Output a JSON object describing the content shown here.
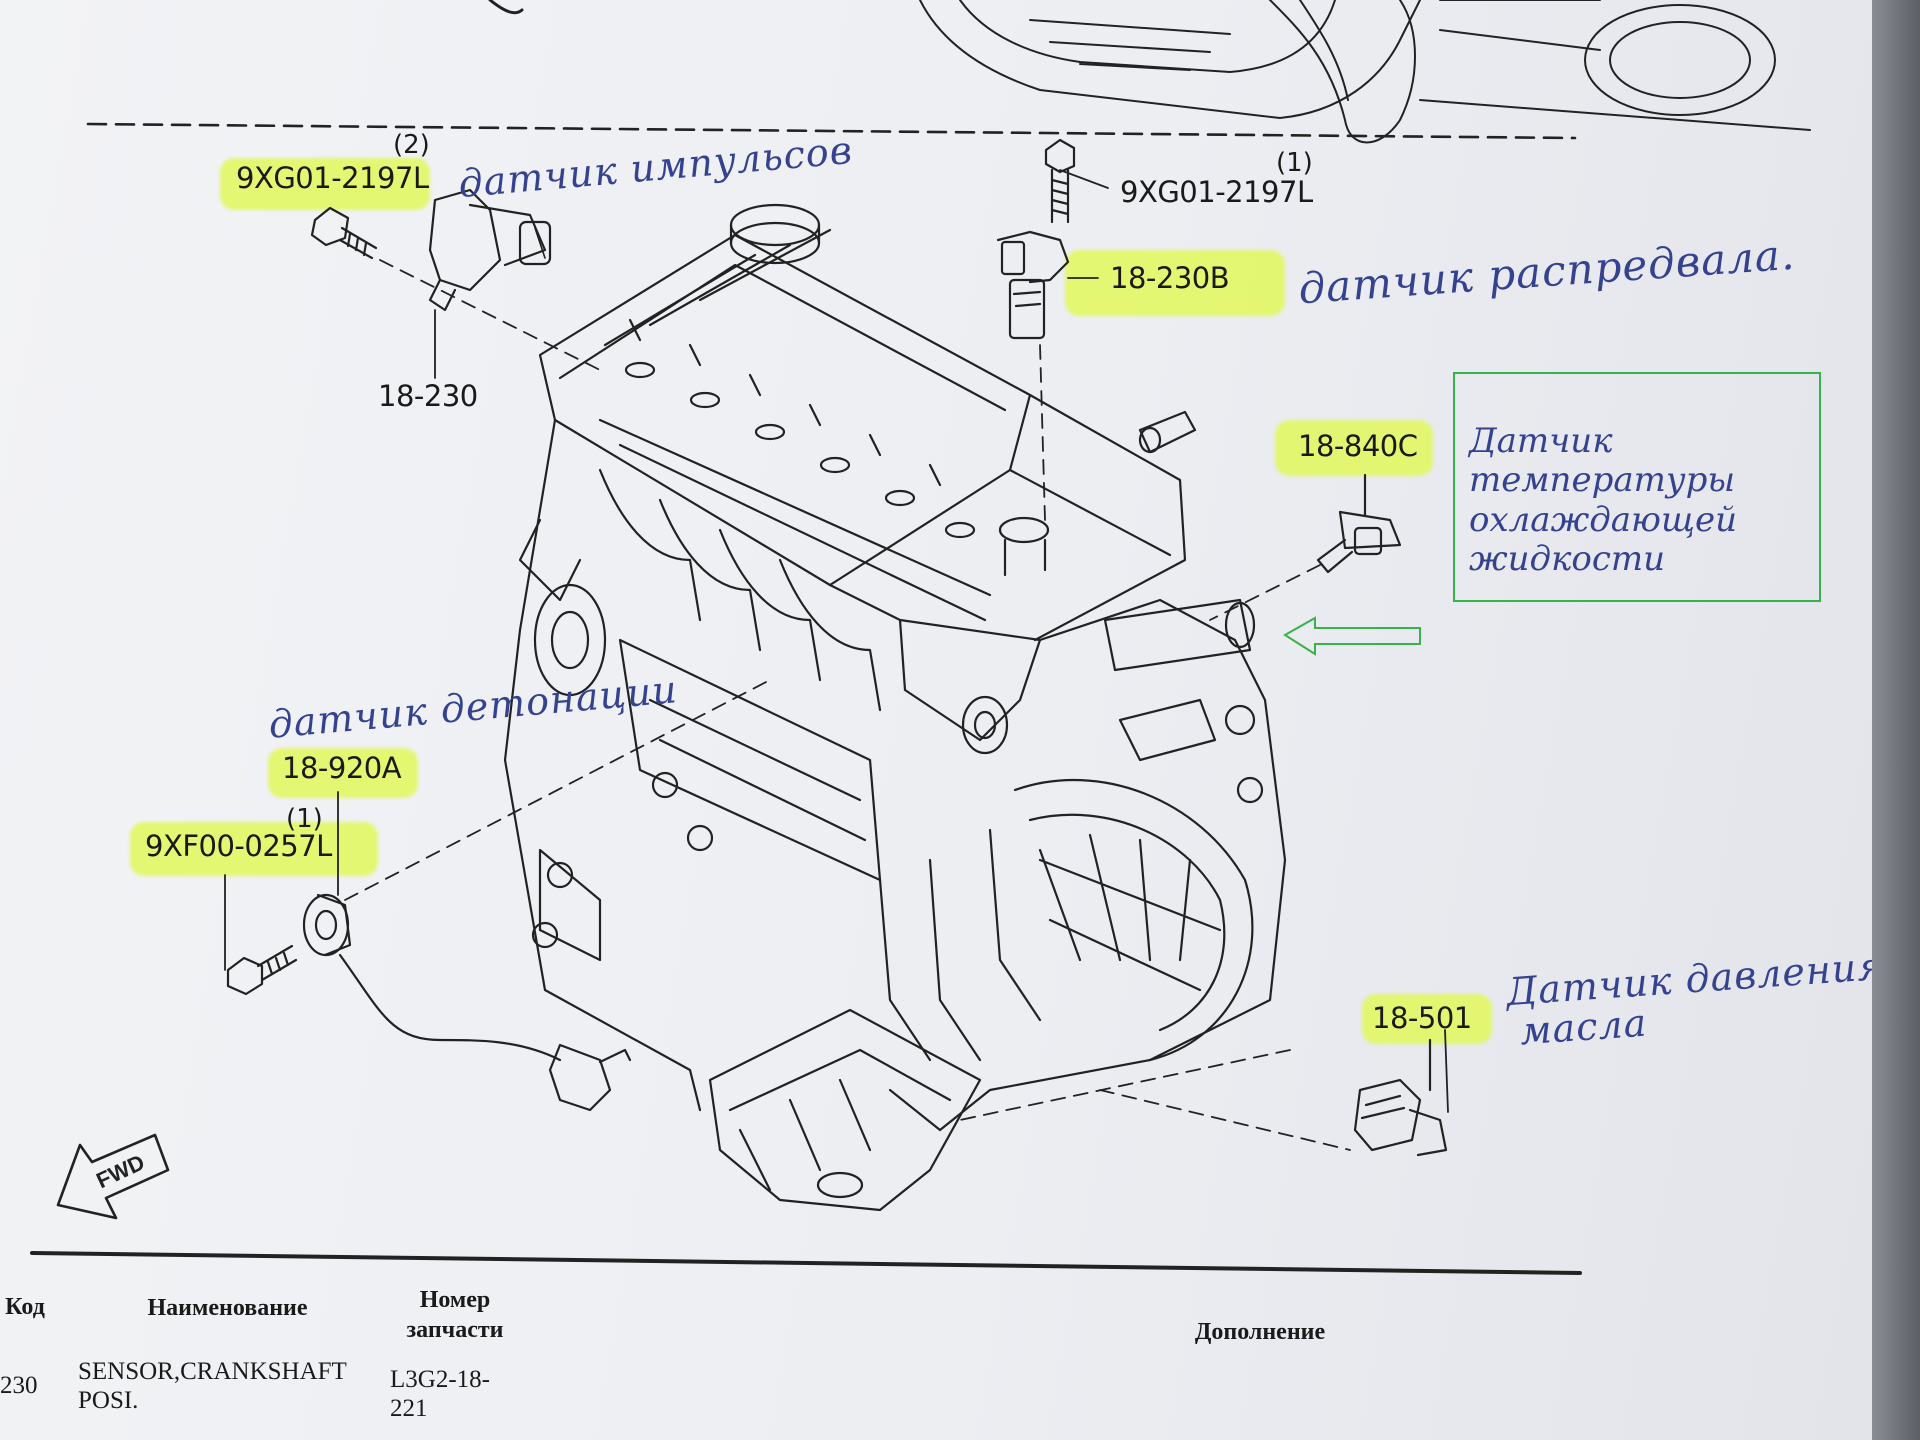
{
  "diagram": {
    "fwd_label": "FWD",
    "parts": {
      "bolt_crank": {
        "code": "9XG01-2197L",
        "qty": "(2)"
      },
      "crank_sensor": {
        "code": "18-230"
      },
      "bolt_cam": {
        "code": "9XG01-2197L",
        "qty": "(1)"
      },
      "cam_sensor": {
        "code": "18-230B"
      },
      "coolant_sensor": {
        "code": "18-840C"
      },
      "knock_sensor": {
        "code": "18-920A"
      },
      "bolt_knock": {
        "code": "9XF00-0257L",
        "qty": "(1)"
      },
      "oil_sensor": {
        "code": "18-501"
      }
    }
  },
  "handwritten_notes": {
    "crank": "датчик импульсов",
    "cam": "датчик распредвала.",
    "coolant": "Датчик температуры охлаждающей жидкости",
    "knock": "датчик детонации",
    "oil_line1": "Датчик давления",
    "oil_line2": "масла"
  },
  "table": {
    "headers": {
      "code": "Код",
      "name": "Наименование",
      "part_number_line1": "Номер",
      "part_number_line2": "запчасти",
      "notes": "Дополнение"
    },
    "rows": [
      {
        "code": "230",
        "name_line1": "SENSOR,CRANKSHAFT",
        "name_line2": "POSI.",
        "part_line1": "L3G2-18-",
        "part_line2": "221"
      }
    ]
  },
  "colors": {
    "highlight": "#e2f85c",
    "pen_ink": "#34428f",
    "marker_green": "#38b24a",
    "print_ink": "#1a1a1a"
  }
}
